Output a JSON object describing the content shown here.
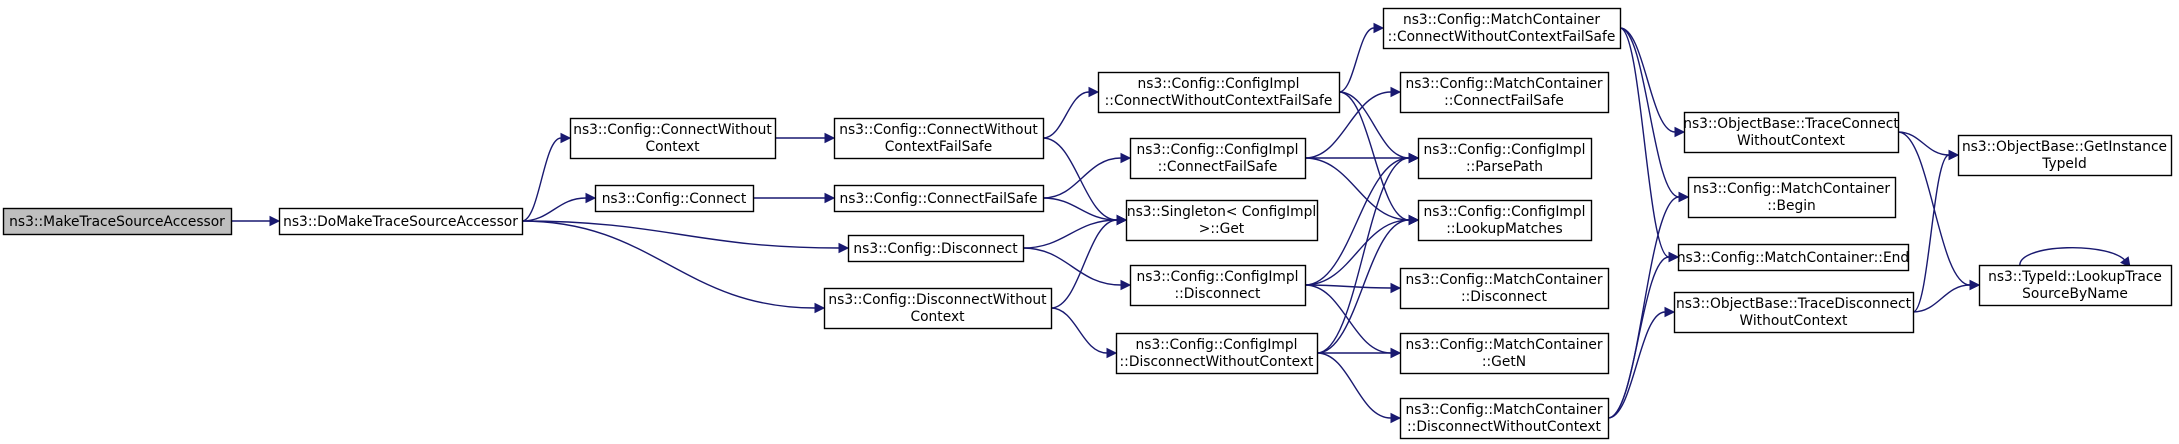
{
  "diagram": {
    "colors": {
      "edge": "#191970",
      "node_border": "#000000",
      "root_fill": "#bfbfbf",
      "node_fill": "#ffffff"
    },
    "nodes": [
      {
        "id": "n0",
        "lines": [
          "ns3::MakeTraceSourceAccessor"
        ]
      },
      {
        "id": "n1",
        "lines": [
          "ns3::DoMakeTraceSourceAccessor"
        ]
      },
      {
        "id": "n2",
        "lines": [
          "ns3::Config::ConnectWithout",
          "Context"
        ]
      },
      {
        "id": "n3",
        "lines": [
          "ns3::Config::Connect"
        ]
      },
      {
        "id": "n4",
        "lines": [
          "ns3::Config::Disconnect"
        ]
      },
      {
        "id": "n5",
        "lines": [
          "ns3::Config::DisconnectWithout",
          "Context"
        ]
      },
      {
        "id": "n6",
        "lines": [
          "ns3::Config::ConnectWithout",
          "ContextFailSafe"
        ]
      },
      {
        "id": "n7",
        "lines": [
          "ns3::Config::ConnectFailSafe"
        ]
      },
      {
        "id": "n8",
        "lines": [
          "ns3::Config::ConfigImpl",
          "::ConnectWithoutContextFailSafe"
        ]
      },
      {
        "id": "n9",
        "lines": [
          "ns3::Config::ConfigImpl",
          "::ConnectFailSafe"
        ]
      },
      {
        "id": "n10",
        "lines": [
          "ns3::Singleton< ConfigImpl",
          ">::Get"
        ]
      },
      {
        "id": "n11",
        "lines": [
          "ns3::Config::ConfigImpl",
          "::Disconnect"
        ]
      },
      {
        "id": "n12",
        "lines": [
          "ns3::Config::ConfigImpl",
          "::DisconnectWithoutContext"
        ]
      },
      {
        "id": "n13",
        "lines": [
          "ns3::Config::MatchContainer",
          "::ConnectWithoutContextFailSafe"
        ]
      },
      {
        "id": "n14",
        "lines": [
          "ns3::Config::MatchContainer",
          "::ConnectFailSafe"
        ]
      },
      {
        "id": "n15",
        "lines": [
          "ns3::Config::ConfigImpl",
          "::ParsePath"
        ]
      },
      {
        "id": "n16",
        "lines": [
          "ns3::Config::ConfigImpl",
          "::LookupMatches"
        ]
      },
      {
        "id": "n17",
        "lines": [
          "ns3::Config::MatchContainer",
          "::Disconnect"
        ]
      },
      {
        "id": "n18",
        "lines": [
          "ns3::Config::MatchContainer",
          "::GetN"
        ]
      },
      {
        "id": "n19",
        "lines": [
          "ns3::Config::MatchContainer",
          "::DisconnectWithoutContext"
        ]
      },
      {
        "id": "n20",
        "lines": [
          "ns3::ObjectBase::TraceConnect",
          "WithoutContext"
        ]
      },
      {
        "id": "n21",
        "lines": [
          "ns3::Config::MatchContainer",
          "::Begin"
        ]
      },
      {
        "id": "n22",
        "lines": [
          "ns3::Config::MatchContainer::End"
        ]
      },
      {
        "id": "n23",
        "lines": [
          "ns3::ObjectBase::TraceDisconnect",
          "WithoutContext"
        ]
      },
      {
        "id": "n24",
        "lines": [
          "ns3::ObjectBase::GetInstance",
          "TypeId"
        ]
      },
      {
        "id": "n25",
        "lines": [
          "ns3::TypeId::LookupTrace",
          "SourceByName"
        ]
      }
    ]
  }
}
